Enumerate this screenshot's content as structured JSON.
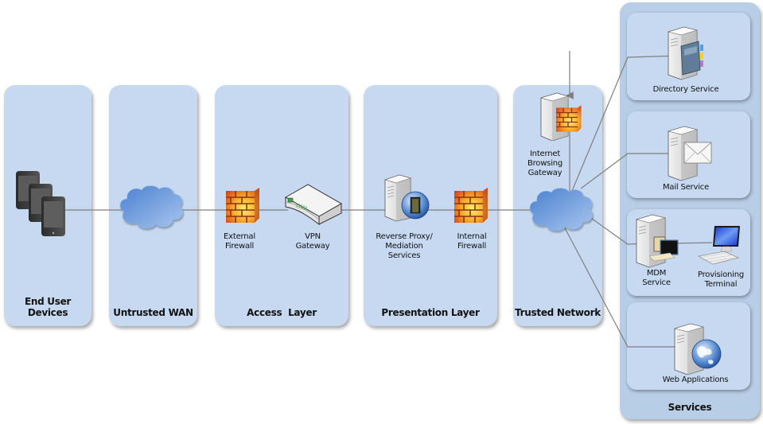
{
  "diagram": {
    "zones": [
      {
        "id": "end-user-devices",
        "label": "End User Devices"
      },
      {
        "id": "untrusted-wan",
        "label": "Untrusted WAN"
      },
      {
        "id": "access-layer",
        "label": "Access  Layer"
      },
      {
        "id": "presentation-layer",
        "label": "Presentation Layer"
      },
      {
        "id": "trusted-network",
        "label": "Trusted Network"
      },
      {
        "id": "services",
        "label": "Services"
      }
    ],
    "nodes": {
      "external_firewall": "External\nFirewall",
      "vpn_gateway": "VPN\nGateway",
      "reverse_proxy": "Reverse Proxy/\nMediation\nServices",
      "internal_firewall": "Internal\nFirewall",
      "internet_gateway": "Internet\nBrowsing\nGateway",
      "directory_service": "Directory Service",
      "mail_service": "Mail Service",
      "mdm_service": "MDM\nService",
      "provisioning_terminal": "Provisioning\nTerminal",
      "web_applications": "Web Applications"
    },
    "icons": {
      "devices": "mobile-phones-icon",
      "wan_cloud": "cloud-icon",
      "trusted_cloud": "cloud-icon",
      "firewall": "brick-firewall-icon",
      "vpn": "vpn-appliance-icon",
      "server": "server-tower-icon"
    },
    "colors": {
      "panel": "#c6d9f1",
      "services_outer": "#b8cde6",
      "connector": "#7f7f7f",
      "cloud": "#5b8fd6"
    }
  }
}
